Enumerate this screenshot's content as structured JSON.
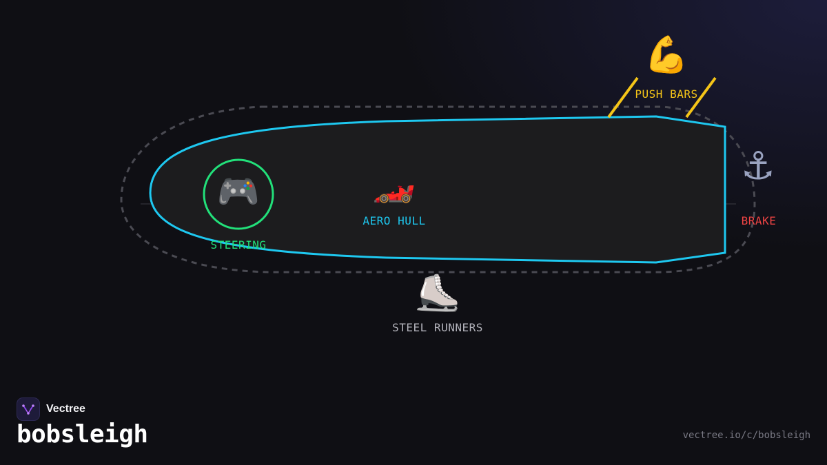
{
  "brand": {
    "name": "Vectree",
    "logo_icon": "vectree-logo-icon"
  },
  "title": "bobsleigh",
  "url": "vectree.io/c/bobsleigh",
  "colors": {
    "background": "#0f0f14",
    "hull_outline": "#1ec8f0",
    "hull_fill": "#1c1c1e",
    "envelope_dash": "#4a4a52",
    "steering": "#22e07a",
    "push_bars": "#f5c518",
    "brake": "#ef4444",
    "aero_hull": "#1ec8f0",
    "steel_runners": "#b4b4bc"
  },
  "parts": {
    "steering": {
      "label": "STEERING",
      "icon": "game-controller-icon",
      "glyph": "🎮"
    },
    "aero_hull": {
      "label": "AERO HULL",
      "icon": "race-car-icon",
      "glyph": "🏎️"
    },
    "push_bars": {
      "label": "PUSH BARS",
      "icon": "flexed-bicep-icon",
      "glyph": "💪"
    },
    "brake": {
      "label": "BRAKE",
      "icon": "anchor-icon",
      "glyph": "⚓"
    },
    "steel_runners": {
      "label": "STEEL RUNNERS",
      "icon": "ice-skate-icon",
      "glyph": "⛸️"
    }
  }
}
